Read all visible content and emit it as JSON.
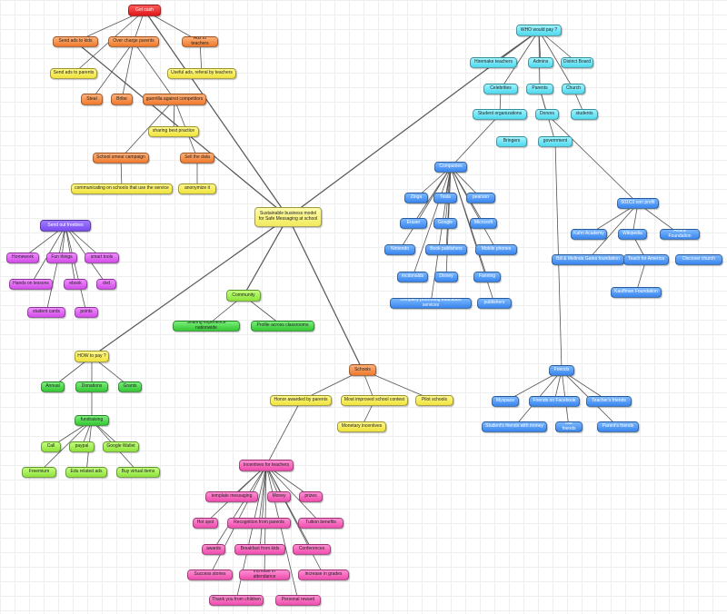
{
  "colors": {
    "line": "#555555",
    "red": "#e82020",
    "orange": "#f08030",
    "yellow": "#f2e84c",
    "purple": "#8a5cf6",
    "violet": "#e060f0",
    "lime": "#a8f060",
    "green": "#48d048",
    "cyan": "#6ee0f0",
    "blue": "#4a90f0",
    "pink": "#f060c0"
  },
  "nodes": [
    {
      "id": "central",
      "label": "Sustainable business model for Safe Messaging at school",
      "color": "central",
      "links": [
        "get_cash",
        "who_pay",
        "sell_to_kids",
        "schools",
        "community",
        "how_pay"
      ]
    },
    {
      "id": "get_cash",
      "label": "Get cash",
      "color": "red",
      "links": [
        "sell_to_kids",
        "over_charge",
        "ads_teachers",
        "send_ads"
      ]
    },
    {
      "id": "sell_to_kids",
      "label": "Send ads to kids",
      "color": "orange",
      "links": []
    },
    {
      "id": "over_charge",
      "label": "Over charge parents",
      "color": "orange",
      "links": [
        "steal",
        "bribe",
        "guerilla"
      ]
    },
    {
      "id": "ads_teachers",
      "label": "Ads to teachers",
      "color": "orange",
      "links": [
        "useful_ads"
      ]
    },
    {
      "id": "send_ads",
      "label": "Send ads to parents",
      "color": "yellow",
      "links": []
    },
    {
      "id": "useful_ads",
      "label": "Useful ads, referal by teachers",
      "color": "yellow",
      "links": []
    },
    {
      "id": "steal",
      "label": "Steal",
      "color": "orange",
      "links": []
    },
    {
      "id": "bribe",
      "label": "Bribe",
      "color": "orange",
      "links": []
    },
    {
      "id": "guerilla",
      "label": "guerrilla against competitors",
      "color": "orange",
      "links": [
        "school_smear",
        "sharing_best",
        "sell_data"
      ]
    },
    {
      "id": "sharing_best",
      "label": "sharing best practice",
      "color": "yellow",
      "links": []
    },
    {
      "id": "school_smear",
      "label": "School smear campaign",
      "color": "orange",
      "links": [
        "communicating"
      ]
    },
    {
      "id": "sell_data",
      "label": "Sell the data",
      "color": "orange",
      "links": [
        "anonymize"
      ]
    },
    {
      "id": "communicating",
      "label": "communicating on schools that use the service",
      "color": "yellow",
      "links": []
    },
    {
      "id": "anonymize",
      "label": "anonymize it",
      "color": "yellow",
      "links": []
    },
    {
      "id": "who_pay",
      "label": "WHO would pay ?",
      "color": "cyan",
      "links": [
        "hiremake",
        "admins",
        "district_board",
        "celebrities",
        "parents",
        "church"
      ]
    },
    {
      "id": "hiremake",
      "label": "Hiremake teachers",
      "color": "cyan",
      "links": []
    },
    {
      "id": "admins",
      "label": "Admins",
      "color": "cyan",
      "links": []
    },
    {
      "id": "district_board",
      "label": "District Board",
      "color": "cyan",
      "links": []
    },
    {
      "id": "celebrities",
      "label": "Celebrities",
      "color": "cyan",
      "links": [
        "student_orgs"
      ]
    },
    {
      "id": "parents",
      "label": "Parents",
      "color": "cyan",
      "links": [
        "donors",
        "government"
      ]
    },
    {
      "id": "church",
      "label": "Church",
      "color": "cyan",
      "links": [
        "students"
      ]
    },
    {
      "id": "student_orgs",
      "label": "Student organizations",
      "color": "cyan",
      "links": [
        "companies"
      ]
    },
    {
      "id": "donors",
      "label": "Donors",
      "color": "cyan",
      "links": [
        "nonprofit"
      ]
    },
    {
      "id": "students",
      "label": "students",
      "color": "cyan",
      "links": []
    },
    {
      "id": "bringers",
      "label": "Bringers",
      "color": "cyan",
      "links": []
    },
    {
      "id": "government",
      "label": "government",
      "color": "cyan",
      "links": [
        "friends"
      ]
    },
    {
      "id": "companies",
      "label": "Companies",
      "color": "blue",
      "links": [
        "zinga",
        "tesla",
        "pearson",
        "eraser",
        "google",
        "microsoft",
        "nintendo",
        "book_publishers",
        "mobile_phones",
        "mcdonalds",
        "disney",
        "fanning",
        "company_promoting",
        "publishers"
      ]
    },
    {
      "id": "zinga",
      "label": "Zinga",
      "color": "blue",
      "links": []
    },
    {
      "id": "tesla",
      "label": "Tesla",
      "color": "blue",
      "links": []
    },
    {
      "id": "pearson",
      "label": "pearson",
      "color": "blue",
      "links": []
    },
    {
      "id": "eraser",
      "label": "Eraser",
      "color": "blue",
      "links": []
    },
    {
      "id": "google",
      "label": "Google",
      "color": "blue",
      "links": []
    },
    {
      "id": "microsoft",
      "label": "Microsoft",
      "color": "blue",
      "links": []
    },
    {
      "id": "nintendo",
      "label": "Nintendo",
      "color": "blue",
      "links": []
    },
    {
      "id": "book_publishers",
      "label": "Book publishers",
      "color": "blue",
      "links": []
    },
    {
      "id": "mobile_phones",
      "label": "Mobile phones",
      "color": "blue",
      "links": []
    },
    {
      "id": "mcdonalds",
      "label": "mcdonalds",
      "color": "blue",
      "links": []
    },
    {
      "id": "disney",
      "label": "Disney",
      "color": "blue",
      "links": []
    },
    {
      "id": "fanning",
      "label": "Fanning",
      "color": "blue",
      "links": []
    },
    {
      "id": "company_promoting",
      "label": "company promoting education services",
      "color": "blue",
      "links": []
    },
    {
      "id": "publishers",
      "label": "publishers",
      "color": "blue",
      "links": []
    },
    {
      "id": "nonprofit",
      "label": "501C3 non profit",
      "color": "blue",
      "links": [
        "khan",
        "wikipedia",
        "ahura",
        "bill_melinda"
      ]
    },
    {
      "id": "khan",
      "label": "Kahn Academy",
      "color": "blue",
      "links": []
    },
    {
      "id": "wikipedia",
      "label": "Wikipedia",
      "color": "blue",
      "links": [
        "teach_for"
      ]
    },
    {
      "id": "ahura",
      "label": "Ahura Foundation",
      "color": "blue",
      "links": []
    },
    {
      "id": "bill_melinda",
      "label": "Bill & Melinda Gates foundation",
      "color": "blue",
      "links": []
    },
    {
      "id": "teach_for",
      "label": "Teach for America",
      "color": "blue",
      "links": [
        "kauffman"
      ]
    },
    {
      "id": "discovery",
      "label": "Discover church",
      "color": "blue",
      "links": []
    },
    {
      "id": "kauffman",
      "label": "Kauffman Foundation",
      "color": "blue",
      "links": []
    },
    {
      "id": "friends",
      "label": "Friends",
      "color": "blue",
      "links": [
        "mysite",
        "friends_facebook",
        "teachers_friends",
        "students_friends",
        "our_friends",
        "parents_friends"
      ]
    },
    {
      "id": "mysite",
      "label": "Myspace",
      "color": "blue",
      "links": []
    },
    {
      "id": "friends_facebook",
      "label": "Friends on Facebook",
      "color": "blue",
      "links": []
    },
    {
      "id": "teachers_friends",
      "label": "Teacher's friends",
      "color": "blue",
      "links": []
    },
    {
      "id": "students_friends",
      "label": "Student's friends with money",
      "color": "blue",
      "links": []
    },
    {
      "id": "our_friends",
      "label": "Our friends",
      "color": "blue",
      "links": []
    },
    {
      "id": "parents_friends",
      "label": "Parent's friends",
      "color": "blue",
      "links": []
    },
    {
      "id": "purple_root",
      "label": "Send out freebies",
      "color": "purple",
      "links": [
        "homework",
        "fun_things",
        "smart_tools",
        "hands_on",
        "ebook",
        "dmg",
        "gift_cards",
        "points"
      ]
    },
    {
      "id": "homework",
      "label": "Homework",
      "color": "violet",
      "links": []
    },
    {
      "id": "fun_things",
      "label": "Fun things",
      "color": "violet",
      "links": []
    },
    {
      "id": "smart_tools",
      "label": "smart tools",
      "color": "violet",
      "links": []
    },
    {
      "id": "hands_on",
      "label": "Hands on lessons",
      "color": "violet",
      "links": []
    },
    {
      "id": "ebook",
      "label": "ebook",
      "color": "violet",
      "links": []
    },
    {
      "id": "dmg",
      "label": "dvd",
      "color": "violet",
      "links": []
    },
    {
      "id": "gift_cards",
      "label": "student cards",
      "color": "violet",
      "links": []
    },
    {
      "id": "points",
      "label": "points",
      "color": "violet",
      "links": []
    },
    {
      "id": "community",
      "label": "Community",
      "color": "lime",
      "links": [
        "sharing_exp",
        "profile_across"
      ]
    },
    {
      "id": "sharing_exp",
      "label": "Sharing experience nationwide",
      "color": "green",
      "links": []
    },
    {
      "id": "profile_across",
      "label": "Profile across classrooms",
      "color": "green",
      "links": []
    },
    {
      "id": "how_pay",
      "label": "HOW to pay ?",
      "color": "yellow",
      "links": [
        "annual",
        "donations",
        "grants"
      ]
    },
    {
      "id": "annual",
      "label": "Annual",
      "color": "green",
      "links": []
    },
    {
      "id": "donations",
      "label": "Donations",
      "color": "green",
      "links": [
        "fundraising"
      ]
    },
    {
      "id": "grants",
      "label": "Grants",
      "color": "green",
      "links": []
    },
    {
      "id": "fundraising",
      "label": "fundraising",
      "color": "green",
      "links": [
        "call",
        "paypal",
        "google_wallet",
        "freemium",
        "edu_ads",
        "bio_virtual"
      ]
    },
    {
      "id": "call",
      "label": "Call",
      "color": "lime",
      "links": []
    },
    {
      "id": "paypal",
      "label": "paypal",
      "color": "lime",
      "links": []
    },
    {
      "id": "google_wallet",
      "label": "Google Wallet",
      "color": "lime",
      "links": []
    },
    {
      "id": "freemium",
      "label": "Freemium",
      "color": "lime",
      "links": []
    },
    {
      "id": "edu_ads",
      "label": "Edu related ads",
      "color": "lime",
      "links": []
    },
    {
      "id": "bio_virtual",
      "label": "Buy virtual items",
      "color": "lime",
      "links": []
    },
    {
      "id": "schools",
      "label": "Schools",
      "color": "orange",
      "links": [
        "honor_parents",
        "most_improved",
        "pilot_schools"
      ]
    },
    {
      "id": "honor_parents",
      "label": "Honor awarded by parents",
      "color": "yellow",
      "links": [
        "incentives"
      ]
    },
    {
      "id": "most_improved",
      "label": "Most improved school contest",
      "color": "yellow",
      "links": [
        "monetary"
      ]
    },
    {
      "id": "pilot_schools",
      "label": "Pilot schools",
      "color": "yellow",
      "links": []
    },
    {
      "id": "monetary",
      "label": "Monetary incentives",
      "color": "yellow",
      "links": []
    },
    {
      "id": "incentives",
      "label": "Incentives for teachers",
      "color": "pink",
      "links": [
        "template_msg",
        "money",
        "prizes",
        "hot_spot",
        "recognition",
        "tuition",
        "awards",
        "breakfast",
        "conferences",
        "success_stories",
        "increase_attendance",
        "increase_grades",
        "thank_you",
        "personal_reward"
      ]
    },
    {
      "id": "template_msg",
      "label": "template messaging",
      "color": "pink",
      "links": []
    },
    {
      "id": "money",
      "label": "Money",
      "color": "pink",
      "links": []
    },
    {
      "id": "prizes",
      "label": "prizes",
      "color": "pink",
      "links": []
    },
    {
      "id": "hot_spot",
      "label": "Hot spot",
      "color": "pink",
      "links": []
    },
    {
      "id": "recognition",
      "label": "Recognition from parents",
      "color": "pink",
      "links": []
    },
    {
      "id": "tuition",
      "label": "Tuition benefits",
      "color": "pink",
      "links": []
    },
    {
      "id": "awards",
      "label": "awards",
      "color": "pink",
      "links": []
    },
    {
      "id": "breakfast",
      "label": "Breakfast from kids",
      "color": "pink",
      "links": []
    },
    {
      "id": "conferences",
      "label": "Conferences",
      "color": "pink",
      "links": []
    },
    {
      "id": "success_stories",
      "label": "Success stories",
      "color": "pink",
      "links": []
    },
    {
      "id": "increase_attendance",
      "label": "increase in attendance",
      "color": "pink",
      "links": []
    },
    {
      "id": "increase_grades",
      "label": "increase in grades",
      "color": "pink",
      "links": []
    },
    {
      "id": "thank_you",
      "label": "Thank you from children",
      "color": "pink",
      "links": []
    },
    {
      "id": "personal_reward",
      "label": "Personal reward",
      "color": "pink",
      "links": []
    }
  ]
}
